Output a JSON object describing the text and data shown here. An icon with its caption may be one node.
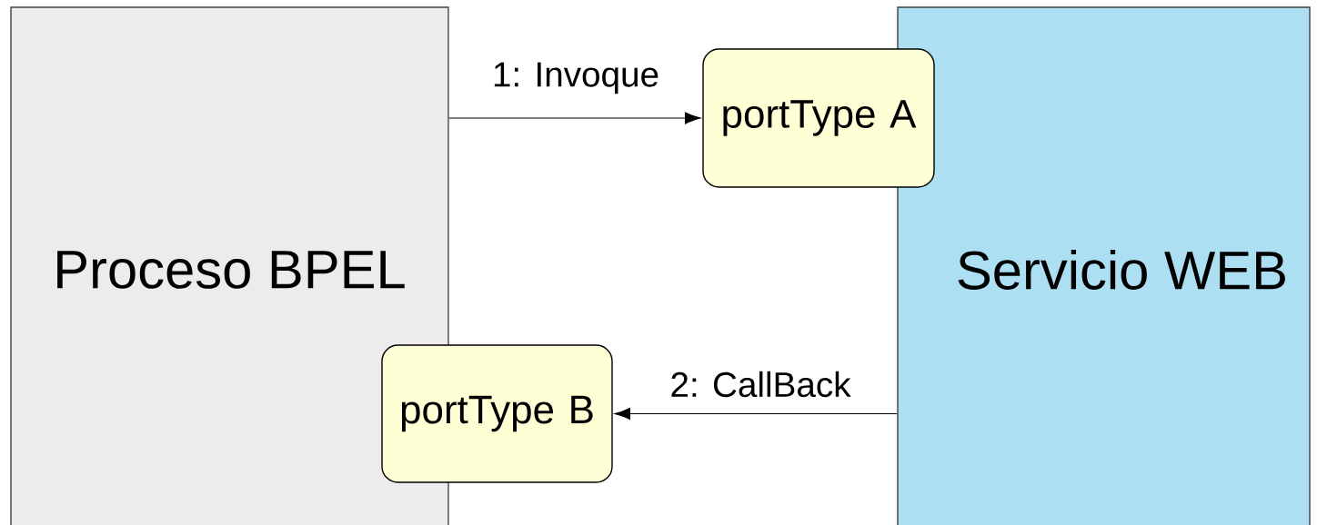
{
  "diagram": {
    "nodes": [
      {
        "text": [
          "Proceso BPEL"
        ]
      },
      {
        "text": [
          "Servicio WEB"
        ]
      },
      {
        "text": [
          "portType A"
        ]
      },
      {
        "text": [
          "portType B"
        ]
      }
    ],
    "edges": [
      {
        "from": 0,
        "to": 2,
        "arrow": "to",
        "label": "1: Invoque"
      },
      {
        "from": 1,
        "to": 3,
        "arrow": "to",
        "label": "2: CallBack"
      }
    ]
  }
}
